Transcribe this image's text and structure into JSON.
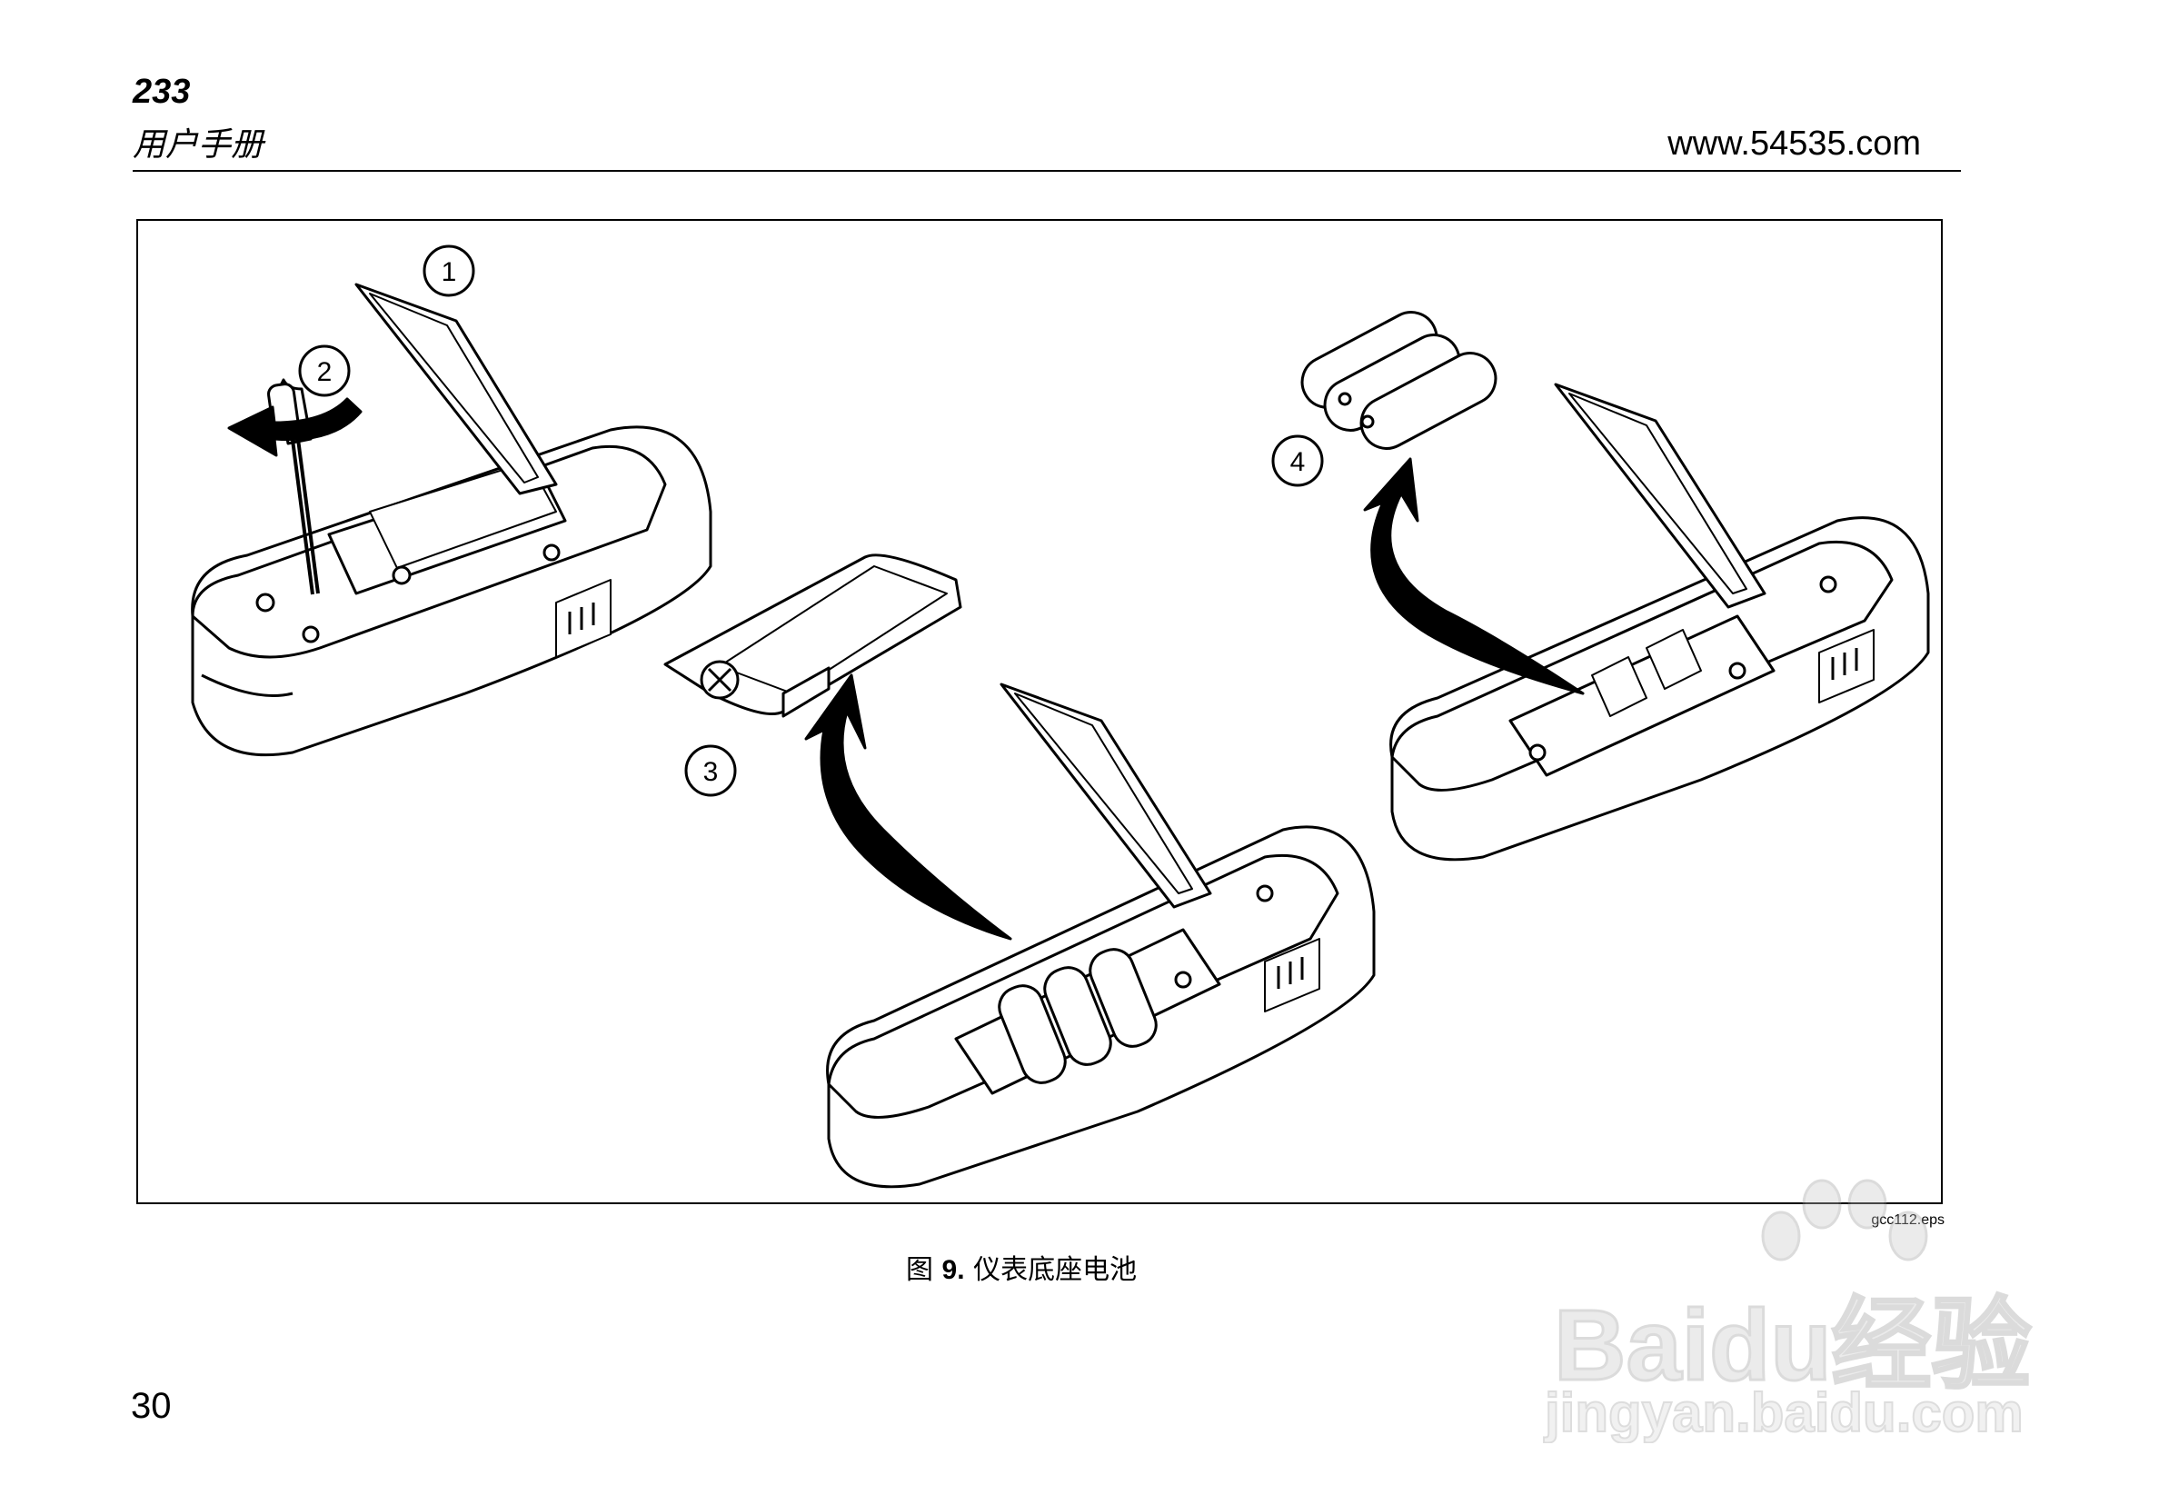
{
  "header": {
    "model_number": "233",
    "manual_title": "用户手册",
    "site_url": "www.54535.com"
  },
  "figure": {
    "steps": [
      "1",
      "2",
      "3",
      "4"
    ],
    "file_label": "gcc112.eps",
    "caption_prefix": "图 ",
    "caption_number": "9.",
    "caption_text": " 仪表底座电池"
  },
  "footer": {
    "page_number": "30"
  },
  "watermark": {
    "brand": "Baidu经验",
    "domain": "jingyan.baidu.com"
  }
}
